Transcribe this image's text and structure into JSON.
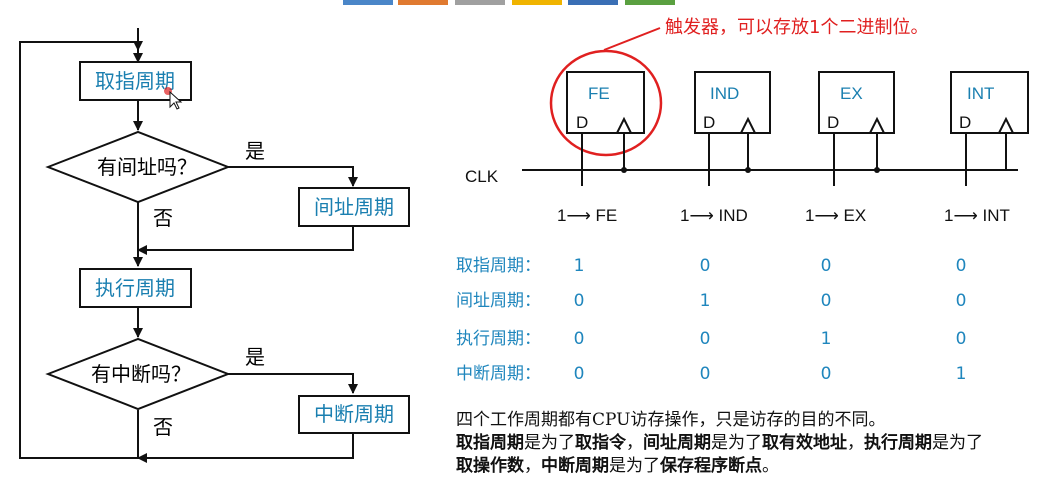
{
  "colors": {
    "box_text": "#1a7fb0",
    "table_text": "#1f86bd",
    "highlight": "#e02020"
  },
  "toolbar_colors": [
    "#4a86c8",
    "#e07a30",
    "#a0a0a0",
    "#f0b400",
    "#3a6fb5",
    "#5aa040"
  ],
  "flowchart": {
    "fetch": "取指周期",
    "has_indirect": "有间址吗？",
    "indirect": "间址周期",
    "execute": "执行周期",
    "has_interrupt": "有中断吗？",
    "interrupt": "中断周期",
    "yes": "是",
    "no": "否"
  },
  "annotation": "触发器，可以存放1个二进制位。",
  "clk_label": "CLK",
  "flipflops": [
    {
      "name": "FE",
      "d": "D",
      "set": "1⟶ FE"
    },
    {
      "name": "IND",
      "d": "D",
      "set": "1⟶ IND"
    },
    {
      "name": "EX",
      "d": "D",
      "set": "1⟶ EX"
    },
    {
      "name": "INT",
      "d": "D",
      "set": "1⟶ INT"
    }
  ],
  "state_table": [
    {
      "label": "取指周期：",
      "values": [
        "1",
        "0",
        "0",
        "0"
      ]
    },
    {
      "label": "间址周期：",
      "values": [
        "0",
        "1",
        "0",
        "0"
      ]
    },
    {
      "label": "执行周期：",
      "values": [
        "0",
        "0",
        "1",
        "0"
      ]
    },
    {
      "label": "中断周期：",
      "values": [
        "0",
        "0",
        "0",
        "1"
      ]
    }
  ],
  "note": {
    "line1": "四个工作周期都有CPU访存操作，只是访存的目的不同。",
    "p1": "取指周期",
    "t1": "是为了",
    "p2": "取指令",
    "t2": "，",
    "p3": "间址周期",
    "t3": "是为了",
    "p4": "取有效地址",
    "t4": "，",
    "p5": "执行周期",
    "t5": "是为了",
    "p6": "取操作数",
    "t6": "，",
    "p7": "中断周期",
    "t7": "是为了",
    "p8": "保存程序断点",
    "t8": "。"
  }
}
